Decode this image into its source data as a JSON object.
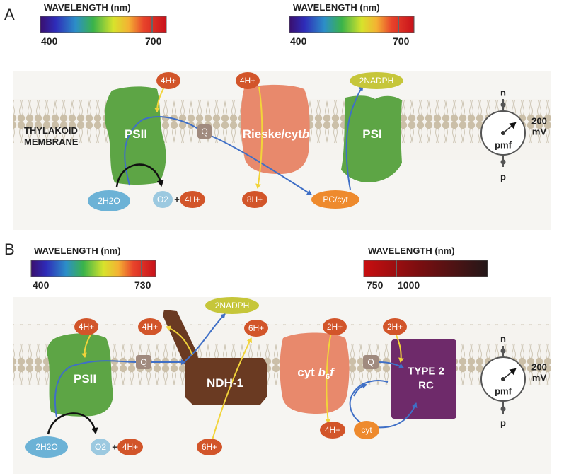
{
  "panel_a": {
    "letter": "A",
    "spectrum_left": {
      "title": "WAVELENGTH (nm)",
      "min": "400",
      "max": "700"
    },
    "spectrum_right": {
      "title": "WAVELENGTH (nm)",
      "min": "400",
      "max": "700"
    },
    "membrane_label": [
      "THYLAKOID",
      "MEMBRANE"
    ],
    "psii": "PSII",
    "rieske_prefix": "Rieske/cyt",
    "rieske_suffix": "b",
    "psi": "PSI",
    "q": "Q",
    "proton_in_1": "4H+",
    "proton_in_2": "4H+",
    "nadph": "2NADPH",
    "water": "2H2O",
    "oxygen": "O2",
    "plus": "+",
    "proton_out_1": "4H+",
    "proton_out_2": "8H+",
    "pc_cyt": "PC/cyt",
    "pmf": {
      "n": "n",
      "p": "p",
      "label": "pmf",
      "value": "200",
      "unit": "mV"
    }
  },
  "panel_b": {
    "letter": "B",
    "spectrum_left": {
      "title": "WAVELENGTH (nm)",
      "min": "400",
      "max": "730"
    },
    "spectrum_right": {
      "title": "WAVELENGTH (nm)",
      "min": "750",
      "max": "1000"
    },
    "psii": "PSII",
    "ndh": "NDH-1",
    "cytb6f_a": "cyt ",
    "cytb6f_b": "b",
    "cytb6f_sub": "6",
    "cytb6f_c": "f",
    "type2_line1": "TYPE 2",
    "type2_line2": "RC",
    "q1": "Q",
    "q2": "Q",
    "proton_in_1": "4H+",
    "proton_ndh_top": "4H+",
    "nadph": "2NADPH",
    "proton_6_top": "6H+",
    "proton_in_cyt": "2H+",
    "proton_in_rc": "2H+",
    "water": "2H2O",
    "oxygen": "O2",
    "plus": "+",
    "proton_out": "4H+",
    "proton_6_bottom": "6H+",
    "proton_cyt_bottom": "4H+",
    "cyt": "cyt",
    "pmf": {
      "n": "n",
      "p": "p",
      "label": "pmf",
      "value": "200",
      "unit": "mV"
    }
  },
  "colors": {
    "membrane_head": "#c9bda5",
    "membrane_bg": "#f2f0ec",
    "green_complex": "#5da545",
    "salmon_complex": "#e8896c",
    "brown_complex": "#6a3a22",
    "purple_complex": "#6e2a6a",
    "proton_orange": "#d2552a",
    "water_blue": "#6cb2d6",
    "nadph_yellow": "#c6c63a",
    "pc_orange": "#ee8a2d",
    "arrow_blue": "#3f6fc6",
    "arrow_yellow": "#f2d43a",
    "q_grey": "#a08a7e"
  }
}
